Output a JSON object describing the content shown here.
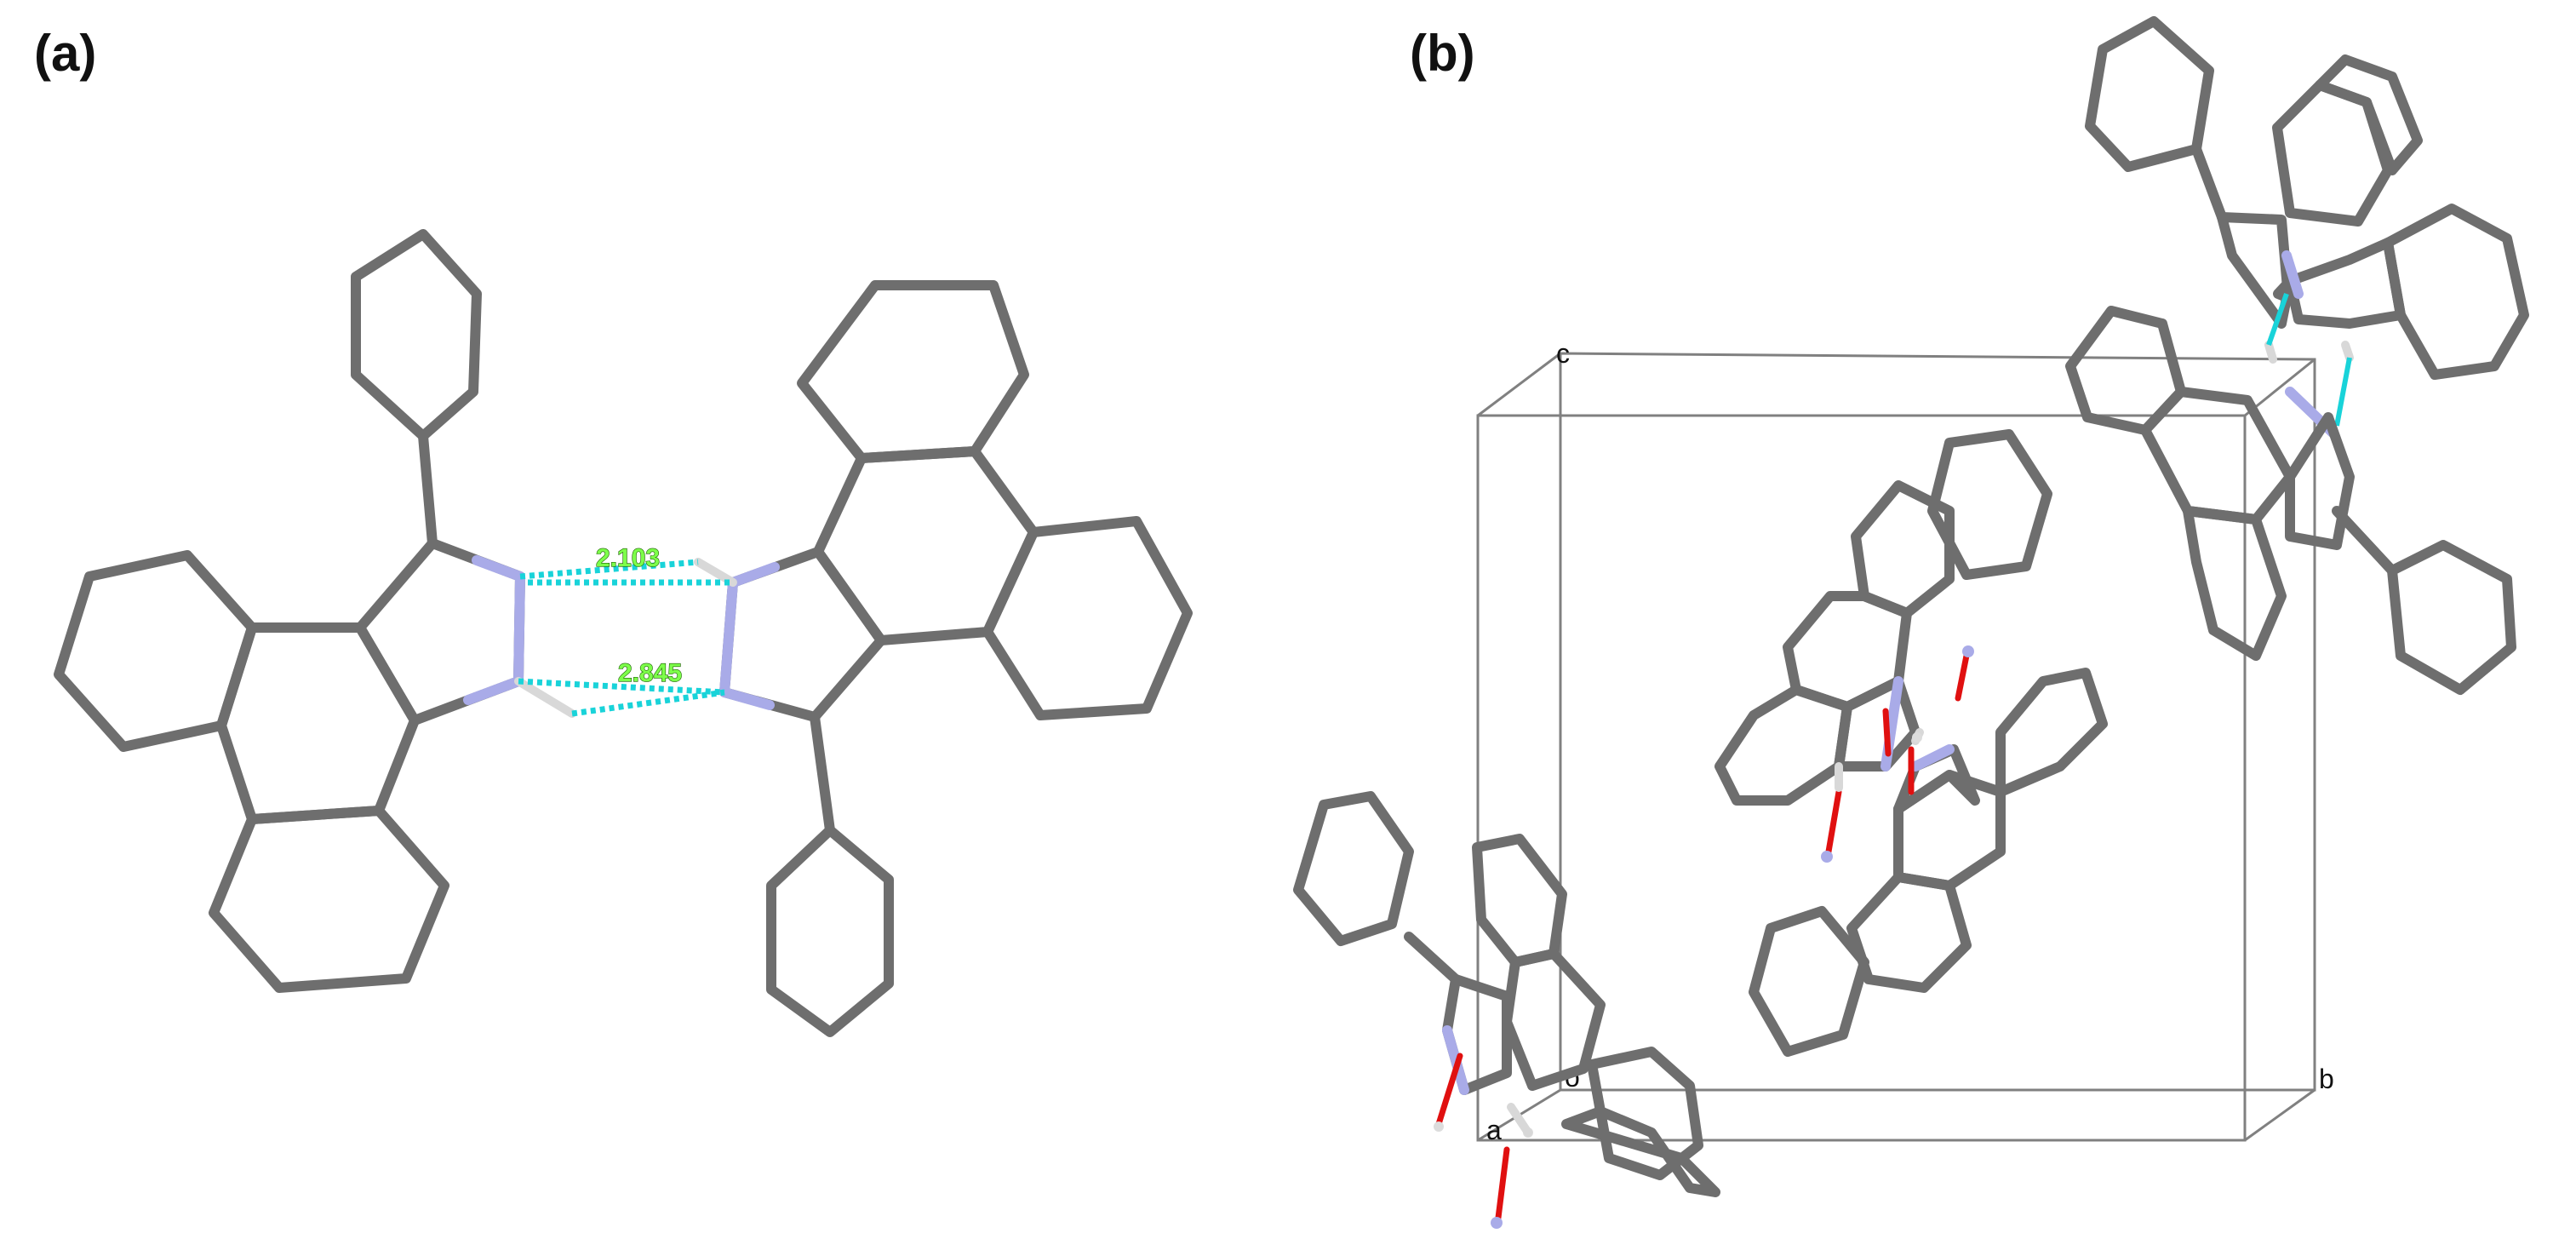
{
  "panels": {
    "a": {
      "label": "(a)"
    },
    "b": {
      "label": "(b)"
    }
  },
  "distances": [
    {
      "value": "2.103"
    },
    {
      "value": "2.845"
    }
  ],
  "cell_axes": {
    "c": "c",
    "b": "b",
    "a": "a",
    "origin": "o"
  },
  "colors": {
    "carbon_bond": "#6e6e6e",
    "nitrogen": "#a9abe8",
    "hydrogen": "#d8d8d8",
    "hydrogen_bond_contact": "#19d3d9",
    "short_contact": "#e01010",
    "distance_label": "#7dff4a",
    "unit_cell": "#808080"
  }
}
